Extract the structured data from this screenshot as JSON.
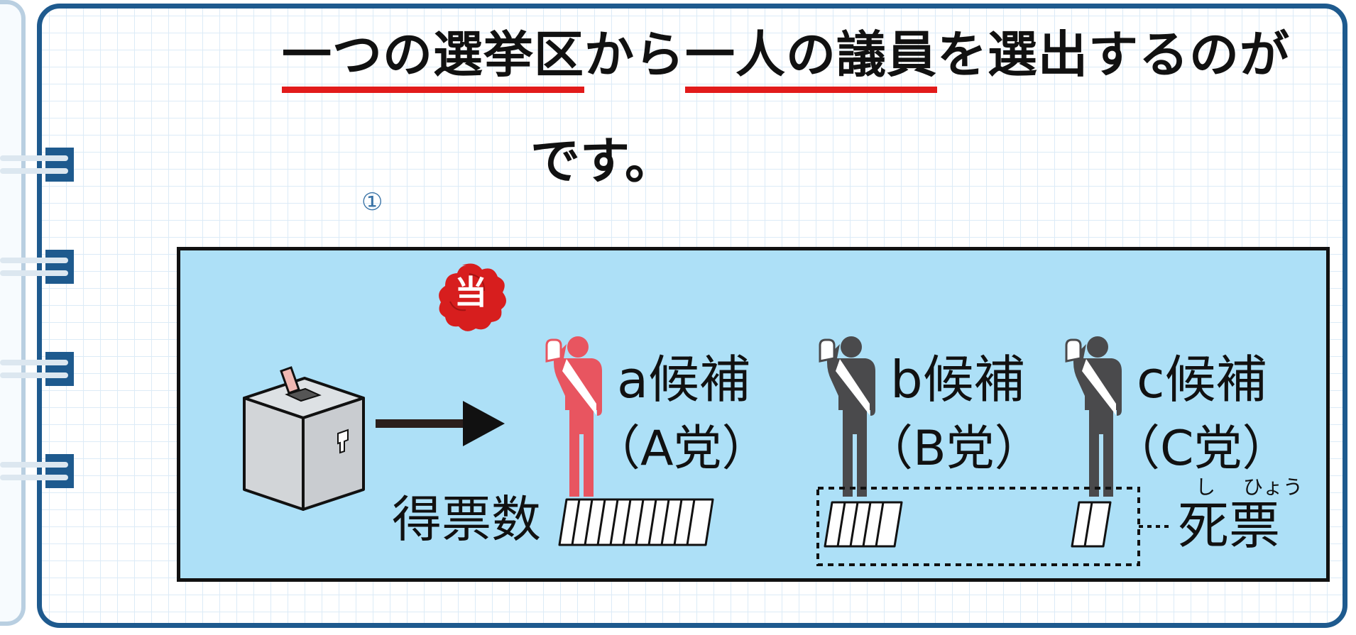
{
  "heading": {
    "seg1": "一つの選挙区",
    "seg2": "から",
    "seg3": "一人の議員",
    "seg4": "を選出するのが",
    "line2": "です。"
  },
  "note_marker": "①",
  "diagram": {
    "winner_badge": "当",
    "candidates": [
      {
        "name": "a候補",
        "party": "（A党）",
        "color": "#e85560"
      },
      {
        "name": "b候補",
        "party": "（B党）",
        "color": "#4a4a4c"
      },
      {
        "name": "c候補",
        "party": "（C党）",
        "color": "#4a4a4c"
      }
    ],
    "votes_label": "得票数",
    "dead_votes_label": "死票",
    "dead_votes_ruby": [
      "し",
      "ひょう"
    ]
  },
  "colors": {
    "accent_red": "#e21b1b",
    "frame_blue": "#1e5a8e",
    "panel_bg": "#ade0f7"
  }
}
